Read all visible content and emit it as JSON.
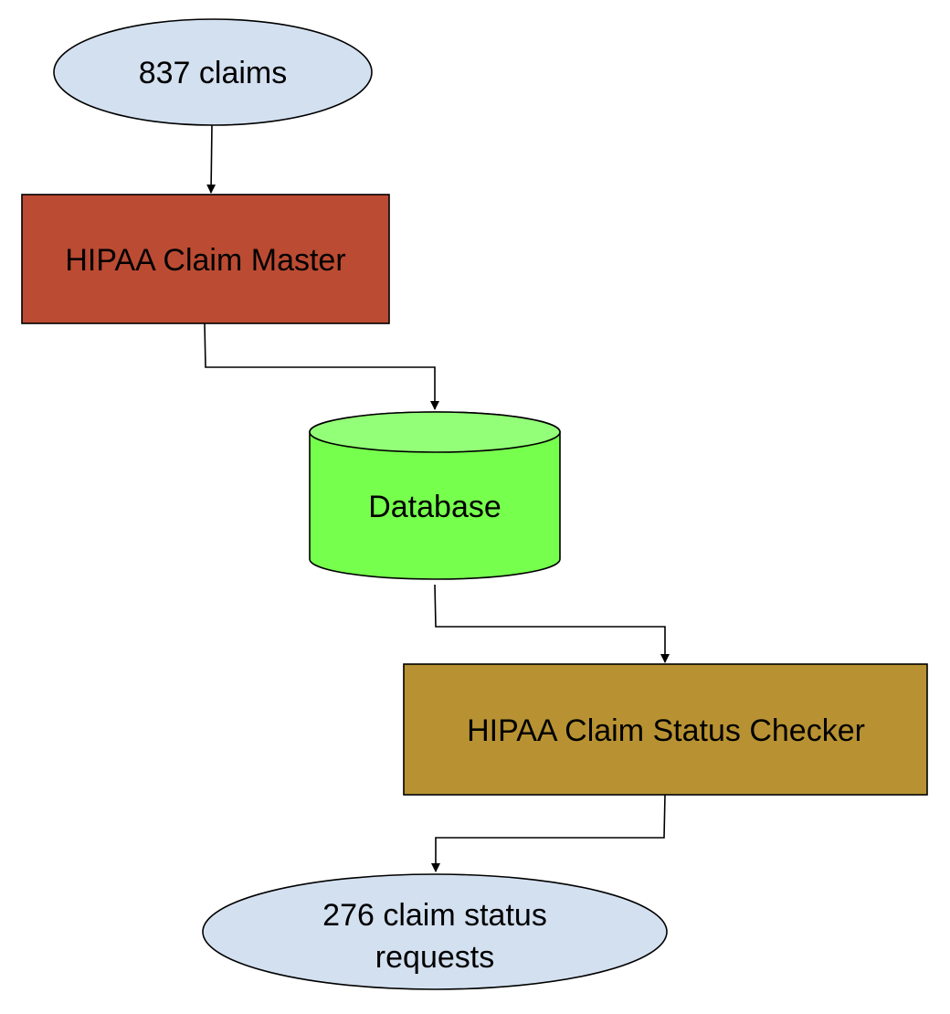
{
  "nodes": {
    "claims_input": {
      "label": "837 claims",
      "fill": "#d3e0f0"
    },
    "claim_master": {
      "label": "HIPAA Claim Master",
      "fill": "#bc4b33"
    },
    "database": {
      "label": "Database",
      "fill": "#77ff4e",
      "top_fill": "#93ff78"
    },
    "status_checker": {
      "label": "HIPAA Claim Status Checker",
      "fill": "#b89232"
    },
    "status_output": {
      "line1": "276 claim status",
      "line2": "requests",
      "fill": "#d3e0f0"
    }
  }
}
